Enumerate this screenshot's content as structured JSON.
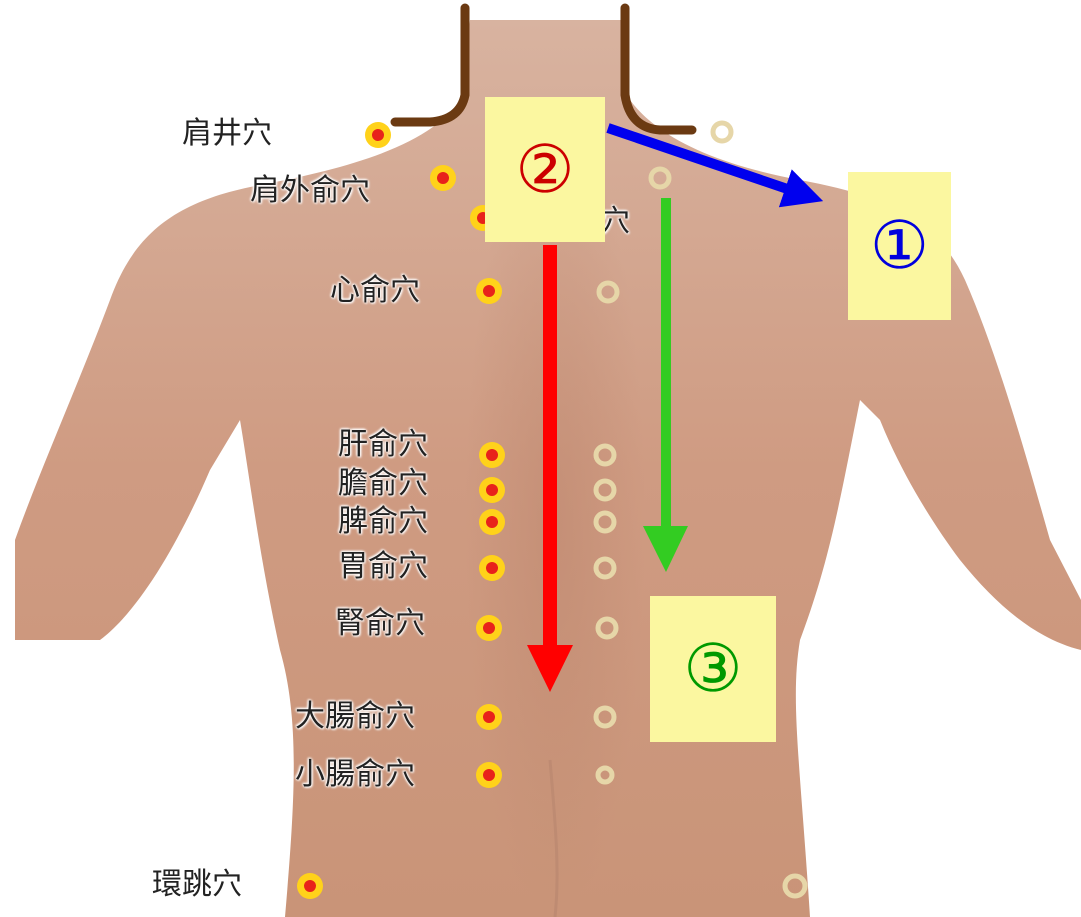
{
  "acupoints": [
    {
      "id": "jianjing",
      "label": "肩井穴"
    },
    {
      "id": "jianwaishu",
      "label": "肩外俞穴"
    },
    {
      "id": "partial",
      "label": "穴"
    },
    {
      "id": "xinshu",
      "label": "心俞穴"
    },
    {
      "id": "ganshu",
      "label": "肝俞穴"
    },
    {
      "id": "danshu",
      "label": "膽俞穴"
    },
    {
      "id": "pishu",
      "label": "脾俞穴"
    },
    {
      "id": "weishu",
      "label": "胃俞穴"
    },
    {
      "id": "shenshu",
      "label": "腎俞穴"
    },
    {
      "id": "dachangshu",
      "label": "大腸俞穴"
    },
    {
      "id": "xiaochangshu",
      "label": "小腸俞穴"
    },
    {
      "id": "huantiao",
      "label": "環跳穴"
    }
  ],
  "callouts": {
    "one": {
      "label": "①",
      "color": "#0000dd"
    },
    "two": {
      "label": "②",
      "color": "#cc0000"
    },
    "three": {
      "label": "③",
      "color": "#009900"
    }
  },
  "colors": {
    "skin": "#d9a68a",
    "point_fill": "#e8221b",
    "point_ring": "#ffd21a",
    "point_plain": "#d8c8a0",
    "neck_lines": "#6b3a12",
    "callout_bg": "#fbf7a0",
    "arrow_blue": "#0000ee",
    "arrow_red": "#ff0000",
    "arrow_green": "#33cc22"
  }
}
